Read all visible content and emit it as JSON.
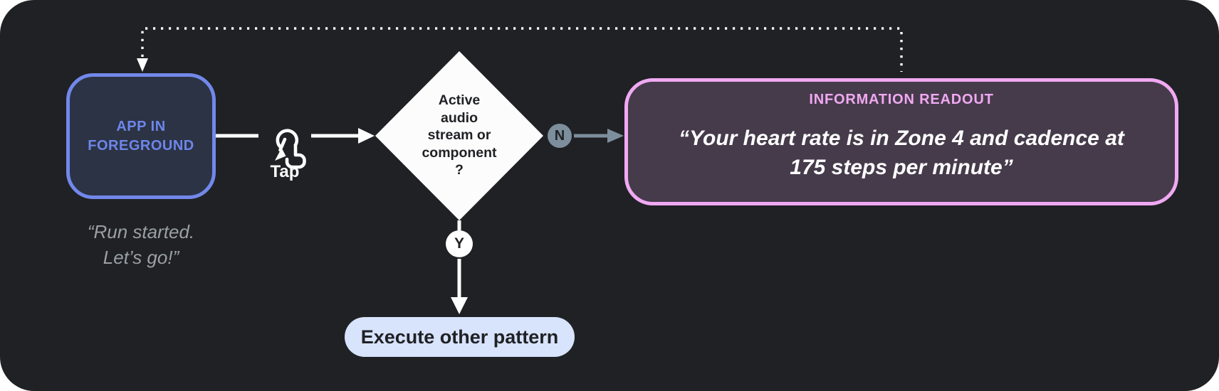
{
  "palette": {
    "panel_bg": "#1f2124",
    "app_border_blue": "#7288ea",
    "app_fill_navy": "#2b3345",
    "app_text_blue": "#6e86ea",
    "caption_gray": "#9aa0a6",
    "branch_slate": "#7d8e9c",
    "readout_pink": "#f0a9f2",
    "readout_fill_plum": "#463b4b",
    "pill_light_blue": "#d8e3fc",
    "diamond_white": "#fcfcfc",
    "dark_text": "#1f2124"
  },
  "nodes": {
    "app": {
      "label_line1": "APP IN",
      "label_line2": "FOREGROUND",
      "caption_line1": "“Run started.",
      "caption_line2": "Let’s go!”"
    },
    "tap": {
      "label": "Tap",
      "icon": "tap-gesture-icon"
    },
    "decision": {
      "lines": [
        "Active",
        "audio",
        "stream or",
        "component",
        "?"
      ]
    },
    "branch_no": {
      "label": "N"
    },
    "branch_yes": {
      "label": "Y"
    },
    "readout": {
      "title": "INFORMATION READOUT",
      "quote_line1": "“Your heart rate is in Zone 4 and cadence at",
      "quote_line2": "175 steps per minute”"
    },
    "execute": {
      "label": "Execute other pattern"
    }
  }
}
